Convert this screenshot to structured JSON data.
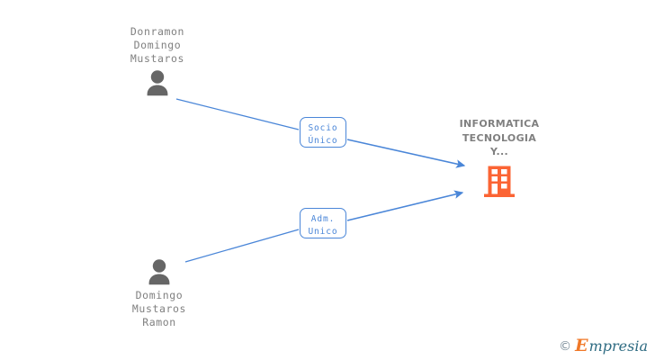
{
  "diagram": {
    "type": "org-relationship-graph",
    "background_color": "#ffffff",
    "colors": {
      "connector": "#4a86d8",
      "relation_box_border": "#4a86d8",
      "relation_box_text": "#4a86d8",
      "person_icon": "#666666",
      "person_label": "#808080",
      "company_icon": "#fb6434",
      "company_label": "#808080",
      "brand_orange": "#f07828",
      "brand_teal": "#2e6b82"
    },
    "persons": [
      {
        "id": "person-top",
        "label": "Donramon\nDomingo\nMustaros",
        "icon": "person-icon"
      },
      {
        "id": "person-bottom",
        "label": "Domingo\nMustaros\nRamon",
        "icon": "person-icon"
      }
    ],
    "company": {
      "id": "company-node",
      "label": "INFORMATICA\nTECNOLOGIA\nY...",
      "icon": "building-icon"
    },
    "relations": [
      {
        "id": "relation-socio",
        "label": "Socio\nÚnico",
        "from": "person-top",
        "to": "company-node"
      },
      {
        "id": "relation-adm",
        "label": "Adm.\nUnico",
        "from": "person-bottom",
        "to": "company-node"
      }
    ]
  },
  "brand": {
    "copyright": "©",
    "initial": "E",
    "name": "mpresia"
  }
}
